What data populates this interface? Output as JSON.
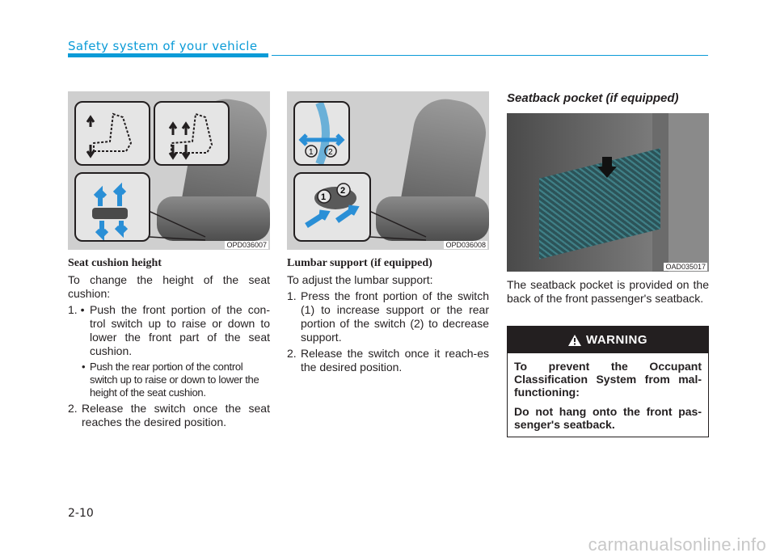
{
  "header": {
    "title": "Safety system of your vehicle"
  },
  "col1": {
    "figure_code": "OPD036007",
    "title": "Seat cushion height",
    "intro": "To change the height of the seat cushion:",
    "item1_num": "1. •",
    "item1_text": "Push the front portion of the con-trol switch up to raise or down to lower the front part of the seat cushion.",
    "sub_num": "•",
    "sub_text": "Push the rear portion of the control switch up to raise or down to lower the height of the seat cushion.",
    "item2_num": "2.",
    "item2_text": "Release the switch once the seat reaches the desired position."
  },
  "col2": {
    "figure_code": "OPD036008",
    "callout_1": "1",
    "callout_2": "2",
    "title": "Lumbar support (if equipped)",
    "intro": "To adjust the lumbar support:",
    "item1_num": "1.",
    "item1_text": "Press the front portion of the switch (1) to increase support or the rear portion of the switch (2) to decrease support.",
    "item2_num": "2.",
    "item2_text": "Release the switch once it reach-es the desired position."
  },
  "col3": {
    "title": "Seatback pocket (if equipped)",
    "figure_code": "OAD035017",
    "body": "The seatback pocket is provided on the back of the front passenger's seatback."
  },
  "warning": {
    "label": "WARNING",
    "p1": "To prevent the Occupant Classification System from mal-functioning:",
    "p2": "Do not hang onto the front pas-senger's seatback."
  },
  "footer": {
    "page_number": "2-10",
    "watermark": "carmanualsonline.info"
  },
  "colors": {
    "accent": "#0b9bd7",
    "arrow_blue": "#2a8fd6",
    "warning_bg": "#231f20"
  },
  "icons": [
    "warning-triangle-icon",
    "up-arrow-icon",
    "down-arrow-icon",
    "left-right-arrow-icon",
    "down-arrow-pointer-icon"
  ]
}
